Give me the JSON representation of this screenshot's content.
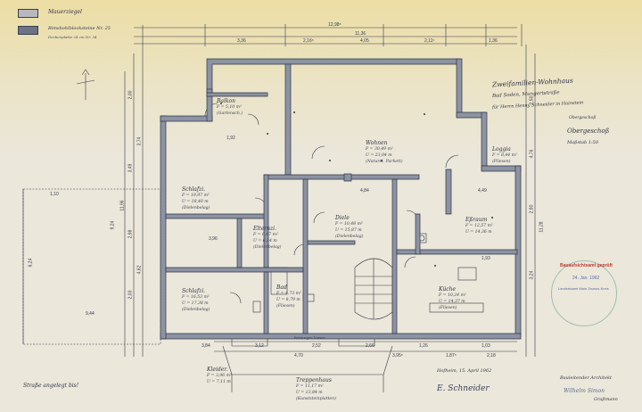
{
  "legend": {
    "items": [
      "Mauerziegel",
      "Bimshohlblocksteine Nr. 25"
    ],
    "note": "Deckenplatte 24 cm   Nr. 34"
  },
  "title_block": {
    "title": "Zweifamilien-Wohnhaus",
    "location": "Bad Soden, Mungertstraße",
    "owner": "für Herrn Henny Schneider in Hainstein",
    "plan": "Obergeschoß",
    "scale": "Maßstab 1:50"
  },
  "rooms": {
    "balkon": {
      "name": "Balkon",
      "area": "F = 5,10 m²",
      "note": "(Gartensch.)"
    },
    "wohnen": {
      "name": "Wohnen",
      "area": "F = 30,49 m²",
      "sub": "U = 23,04 m",
      "note": "(Naturst. Parkett)"
    },
    "loggia": {
      "name": "Loggia",
      "area": "F = 8,44 m²",
      "note": "(Fliesen)"
    },
    "schlafzi_1": {
      "name": "Schlafzi.",
      "area": "F = 19,97 m²",
      "sub": "U = 18,40 m",
      "note": "(Dielenbelag)"
    },
    "diele": {
      "name": "Diele",
      "area": "F = 10,48 m²",
      "sub": "U = 15,87 m",
      "note": "(Dielenbelag)"
    },
    "essraum": {
      "name": "Eßraum",
      "area": "F = 12,57 m²",
      "sub": "U = 14,36 m"
    },
    "elternzi": {
      "name": "Elternzi.",
      "area": "F = 6,67 m²",
      "sub": "U = 6,14 m",
      "note": "(Dielenbelag)"
    },
    "schlafzi_2": {
      "name": "Schlafzi.",
      "area": "F = 16,53 m²",
      "sub": "U = 17,38 m",
      "note": "(Dielenbelag)"
    },
    "bad": {
      "name": "Bad",
      "area": "F = 4,73 m²",
      "sub": "U = 8,79 m",
      "note": "(Fliesen)"
    },
    "kueche": {
      "name": "Küche",
      "area": "F = 10,24 m²",
      "sub": "U = 14,37 m",
      "note": "(Fliesen)"
    },
    "treppenhaus": {
      "name": "Treppenhaus",
      "area": "F = 11,17 m²",
      "sub": "U = 13,84 m",
      "note": "(Kunststeinplatten)"
    },
    "kleiderablage": {
      "name": "Kleider.",
      "area": "F = 3,06 m²",
      "sub": "U = 7,11 m"
    }
  },
  "dimensions": {
    "overall_top": "12,98⁵",
    "inner_top": "11,36",
    "top_row": [
      "3,36",
      "2,16⁵",
      "4,05",
      "2,11⁵",
      "1,36"
    ],
    "left_side": [
      "2,00",
      "3,49",
      "2,98",
      "2,03",
      "3,74",
      "4,62",
      "9,24",
      "11,96"
    ],
    "right_side": [
      "2,50",
      "4,76",
      "2,90",
      "3,24",
      "11,28"
    ],
    "bottom_row": [
      "3,84",
      "3,12",
      "2,52",
      "2,66",
      "1,26",
      "1,03"
    ],
    "bottom_labels": [
      "Brüstungen Tomme",
      "4,70",
      "3,95⁵",
      "1,87⁵",
      "2,18"
    ],
    "extra": [
      "1,92",
      "4,84",
      "4,49",
      "3,96",
      "1,93",
      "6,24",
      "9,44",
      "1,10"
    ]
  },
  "stamps": {
    "right_stamp": [
      "Bauaufsichtsamt geprüft",
      "24. Jan. 1962",
      "Landratsamt Main-Taunus-Kreis"
    ],
    "signature_text": "Hofheim, 15. April 1962",
    "signature_name": "E. Schneider",
    "architect": [
      "Bauleitender Architekt",
      "Wilhelm Simon",
      "Graßmann"
    ],
    "left_note": "Straße angelegt bis!"
  },
  "fill_color": "#8c93a2",
  "line_color": "#2f3546"
}
